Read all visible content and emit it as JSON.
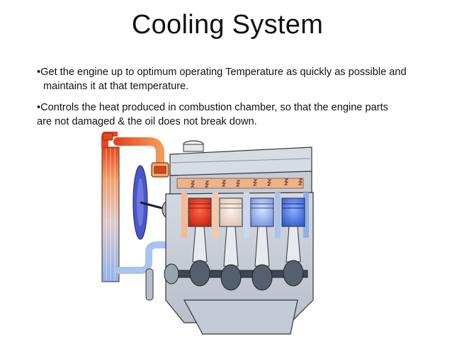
{
  "slide": {
    "title": "Cooling System",
    "bullets": [
      {
        "line1": "•Get the engine up to optimum operating Temperature as quickly as possible and",
        "line2": "maintains it at that temperature."
      },
      {
        "line1": "•Controls the heat produced in combustion chamber, so that the engine parts",
        "line2": "are not damaged & the oil does not break down."
      }
    ]
  },
  "diagram": {
    "colors": {
      "hot": "#e8451f",
      "warm": "#f39a57",
      "cool": "#9fc0ec",
      "cold": "#4a74d6",
      "block": "#c6ccd6",
      "block_dark": "#3d4754",
      "coolant_hot": "#f4b07e",
      "fan": "#4a57c7"
    }
  }
}
